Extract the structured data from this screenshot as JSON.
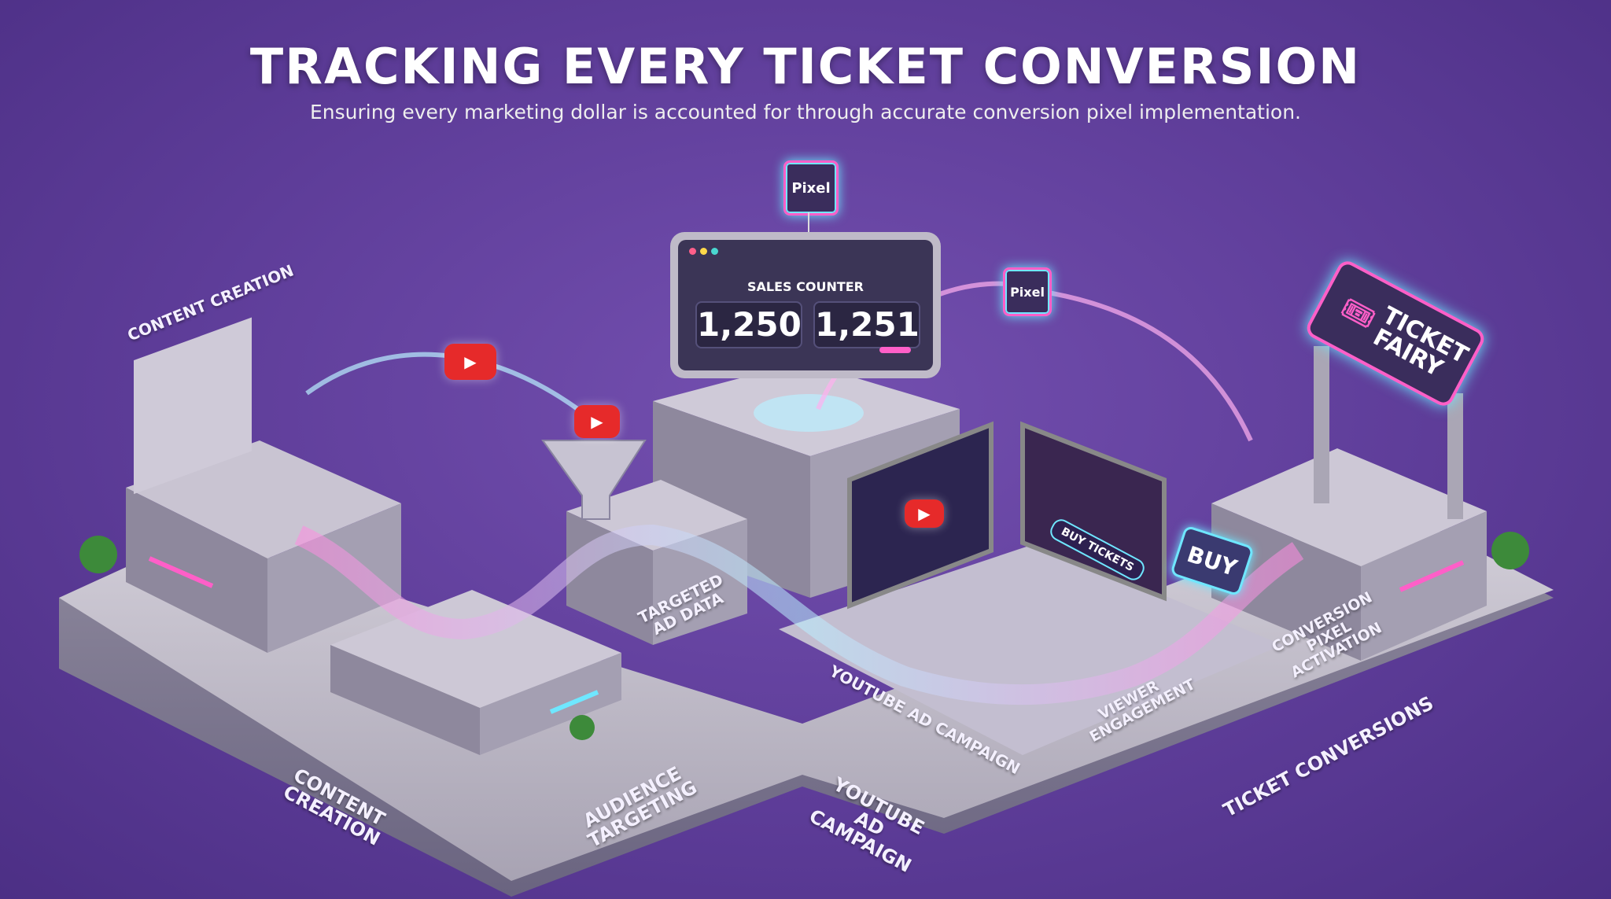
{
  "header": {
    "title": "TRACKING EVERY TICKET CONVERSION",
    "subtitle": "Ensuring every marketing dollar is accounted for through accurate conversion pixel implementation."
  },
  "pixel_badges": [
    "Pixel",
    "Pixel"
  ],
  "sales_counter": {
    "label": "SALES COUNTER",
    "before": "1,250",
    "after": "1,251"
  },
  "scene_labels": {
    "content_creation_sign": "CONTENT CREATION",
    "targeted_ad_data": "TARGETED AD DATA",
    "youtube_ad_campaign_floor": "YOUTUBE AD CAMPAIGN",
    "viewer_engagement": "VIEWER ENGAGEMENT",
    "conversion_pixel_activation": "CONVERSION PIXEL ACTIVATION",
    "buy_tickets": "BUY TICKETS",
    "buy_bubble": "BUY",
    "ticket_fairy": "TICKET FAIRY"
  },
  "stage_labels": [
    "CONTENT CREATION",
    "AUDIENCE TARGETING",
    "YOUTUBE AD CAMPAIGN",
    "TICKET CONVERSIONS"
  ],
  "colors": {
    "background": "#5e3d99",
    "neon_pink": "#ff5fc8",
    "neon_cyan": "#6fe7ff",
    "youtube_red": "#e62a2a"
  },
  "icons": [
    "youtube-play-icon",
    "funnel-icon",
    "winged-pixel-icon",
    "ticket-icon",
    "arrow-icon"
  ]
}
